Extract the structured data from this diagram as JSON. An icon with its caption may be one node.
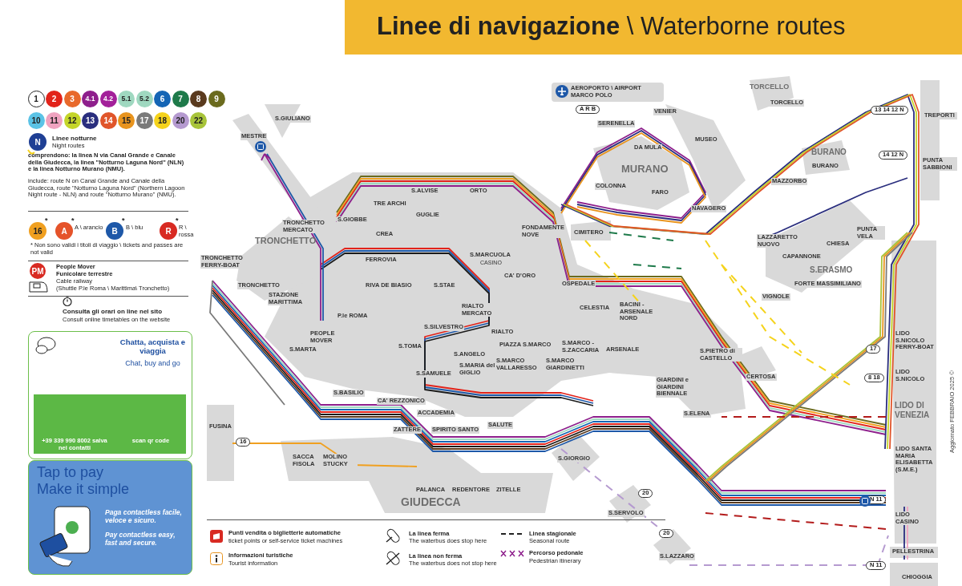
{
  "diagram": {
    "title": "**Linee di navigazione** \\ Waterborne routes",
    "nodes": [
      {
        "text": [
          "Chatta, acquista e viaggia",
          "Chat, buy and go",
          "+39 339 990 8002 salva nei contatti",
          "scan qr code"
        ]
      },
      {
        "text": [
          "Tap to pay Make it simple",
          "Paga contactless facile, veloce e sicuro.",
          "Pay contactless easy, fast and secure."
        ]
      },
      {
        "text": [
          "AEROPORTO \\ AIRPORT MARCO POLO"
        ]
      }
    ],
    "labels": [
      "Linee notturne",
      "Night routes",
      "comprendono: la linea N via Canal Grande e Canale della Giudecca, la linea \"Notturno Laguna Nord\" (NLN) e la linea Notturno Murano (NMU).",
      "include: route N on Canal Grande and Canale della Giudecca, route \"Notturno Laguna Nord\" (Northern Lagoon Night route - NLN) and route \"Notturno Murano\" (NMU).",
      "*",
      "*",
      "*",
      "*",
      "A \\ arancio",
      "B \\ blu",
      "R \\ rossa",
      "* Non sono validi i titoli di viaggio \\ tickets and passes are not valid",
      "People Mover",
      "Funicolare terrestre",
      "Cable railway",
      "(Shuttle P.le Roma \\ Marittima\\ Tronchetto)",
      "Consulta gli orari on line nel sito",
      "Consult online timetables on the website",
      "MESTRE",
      "S.GIULIANO",
      "TRONCHETTO",
      "TRONCHETTO FERRY-BOAT",
      "TRONCHETTO",
      "TRONCHETTO MERCATO",
      "STAZIONE MARITTIMA",
      "S.GIOBBE",
      "TRE ARCHI",
      "GUGLIE",
      "S.ALVISE",
      "ORTO",
      "CREA",
      "FERROVIA",
      "S.MARCUOLA",
      "CASINO",
      "FONDAMENTE NOVE",
      "CA' D'ORO",
      "OSPEDALE",
      "RIVA DE BIASIO",
      "S.STAE",
      "RIALTO MERCATO",
      "S.SILVESTRO",
      "RIALTO",
      "PIAZZA S.MARCO",
      "S.TOMA",
      "S.ANGELO",
      "S.SAMUELE",
      "S.MARIA del GIGLIO",
      "S.MARCO VALLARESSO",
      "S.MARCO GIARDINETTI",
      "S.MARCO - S.ZACCARIA",
      "ARSENALE",
      "CA' REZZONICO",
      "ACCADEMIA",
      "SALUTE",
      "S.BASILIO",
      "S.MARTA",
      "ZATTERE",
      "SPIRITO SANTO",
      "FUSINA",
      "SACCA FISOLA",
      "MOLINO STUCKY",
      "PALANCA",
      "REDENTORE",
      "ZITELLE",
      "GIUDECCA",
      "S.GIORGIO",
      "PEOPLE MOVER",
      "P.le ROMA",
      "SERENELLA",
      "VENIER",
      "DA MULA",
      "MUSEO",
      "MURANO",
      "COLONNA",
      "FARO",
      "NAVAGERO",
      "CIMITERO",
      "CELESTIA",
      "BACINI - ARSENALE NORD",
      "TORCELLO",
      "TORCELLO",
      "BURANO",
      "BURANO",
      "MAZZORBO",
      "TREPORTI",
      "PUNTA SABBIONI",
      "LAZZARETTO NUOVO",
      "VIGNOLE",
      "CAPANNONE",
      "CHIESA",
      "PUNTA VELA",
      "S.ERASMO",
      "FORTE MASSIMILIANO",
      "GIARDINI e GIARDINI BIENNALE",
      "S.PIETRO di CASTELLO",
      "CERTOSA",
      "S.ELENA",
      "S.SERVOLO",
      "S.LAZZARO",
      "LIDO S.NICOLO FERRY-BOAT",
      "LIDO S.NICOLO",
      "LIDO DI VENEZIA",
      "LIDO SANTA MARIA ELISABETTA (S.M.E.)",
      "LIDO CASINO",
      "PELLESTRINA",
      "CHIOGGIA",
      "16",
      "17",
      "8 18",
      "13 14 12 N",
      "14 12 N",
      "A R B",
      "N 11",
      "N 11",
      "20",
      "20",
      "Punti vendita o biglietterie automatiche",
      "ticket points or self-service ticket machines",
      "Informazioni turistiche",
      "Tourist information",
      "The waterbus does stop here",
      "The waterbus does not stop here",
      "Seasonal route",
      "Pedestrian itinerary",
      "Aggiornato FEBBRAIO 2025 ©"
    ],
    "legend": [
      {
        "text": "1",
        "color": "#ffffff"
      },
      {
        "text": "2",
        "color": "#e2231a"
      },
      {
        "text": "3",
        "color": "#e8692b"
      },
      {
        "text": "4.1",
        "color": "#8e1f8c"
      },
      {
        "text": "4.2",
        "color": "#a3219a"
      },
      {
        "text": "5.1",
        "color": "#9fd8c0"
      },
      {
        "text": "5.2",
        "color": "#9fd8c0"
      },
      {
        "text": "6",
        "color": "#1565b5"
      },
      {
        "text": "7",
        "color": "#1e7a4a"
      },
      {
        "text": "8",
        "color": "#5a3a1e"
      },
      {
        "text": "9",
        "color": "#6b6b1e"
      },
      {
        "text": "10",
        "color": "#5bc3e6"
      },
      {
        "text": "11",
        "color": "#f0a3c0"
      },
      {
        "text": "12",
        "color": "#c4d52a"
      },
      {
        "text": "13",
        "color": "#2a2e7e"
      },
      {
        "text": "14",
        "color": "#e0552a"
      },
      {
        "text": "15",
        "color": "#e8941e"
      },
      {
        "text": "17",
        "color": "#7a7a7a"
      },
      {
        "text": "18",
        "color": "#f5d31c"
      },
      {
        "text": "20",
        "color": "#b59ad0"
      },
      {
        "text": "22",
        "color": "#a8c43a"
      },
      {
        "text": "N",
        "color": "#1f3f94"
      },
      {
        "text": "16",
        "color": "#f0a020"
      },
      {
        "text": "A",
        "color": "#e5532a"
      },
      {
        "text": "B",
        "color": "#1e58a8"
      },
      {
        "text": "R",
        "color": "#d82a22"
      },
      {
        "text": "PM",
        "color": "#d82a22"
      },
      {
        "text": "La linea ferma"
      },
      {
        "text": "La linea non ferma"
      },
      {
        "text": "Linea stagionale"
      },
      {
        "text": "Percorso pedonale"
      }
    ]
  }
}
